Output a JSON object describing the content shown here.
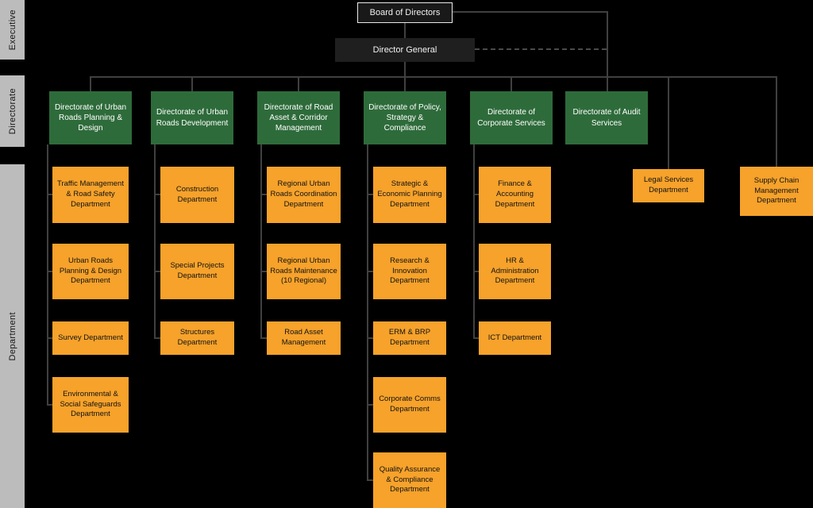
{
  "sidebar": {
    "bands": [
      {
        "label": "Executive"
      },
      {
        "label": "Directorate"
      },
      {
        "label": "Department"
      }
    ]
  },
  "executive": {
    "board_label": "Board of Directors",
    "director_general_label": "Director General"
  },
  "columns": [
    {
      "directorate": "Directorate of Urban Roads Planning & Design",
      "departments": [
        "Traffic Management & Road Safety Department",
        "Urban Roads Planning & Design Department",
        "Survey Department",
        "Environmental & Social Safeguards Department"
      ]
    },
    {
      "directorate": "Directorate of Urban Roads Development",
      "departments": [
        "Construction Department",
        "Special Projects Department",
        "Structures Department"
      ]
    },
    {
      "directorate": "Directorate of Road Asset & Corridor Management",
      "departments": [
        "Regional Urban Roads Coordination Department",
        "Regional Urban Roads Maintenance (10 Regional)",
        "Road Asset Management"
      ]
    },
    {
      "directorate": "Directorate of Policy, Strategy & Compliance",
      "departments": [
        "Strategic & Economic Planning Department",
        "Research & Innovation Department",
        "ERM & BRP Department",
        "Corporate Comms Department",
        "Quality Assurance & Compliance Department"
      ]
    },
    {
      "directorate": "Directorate of Corporate Services",
      "departments": [
        "Finance & Accounting Department",
        "HR & Administration Department",
        "ICT Department"
      ]
    },
    {
      "directorate": "Directorate of Audit Services",
      "departments": []
    }
  ],
  "standalone_departments": [
    "Legal  Services Department",
    "Supply Chain Management Department"
  ],
  "colors": {
    "background": "#000000",
    "directorate_box": "#2E6B3A",
    "department_box": "#F6A22B",
    "executive_box": "#1F1F1F",
    "connector_line": "#404040",
    "sidebar_band": "#BCBCBC"
  }
}
